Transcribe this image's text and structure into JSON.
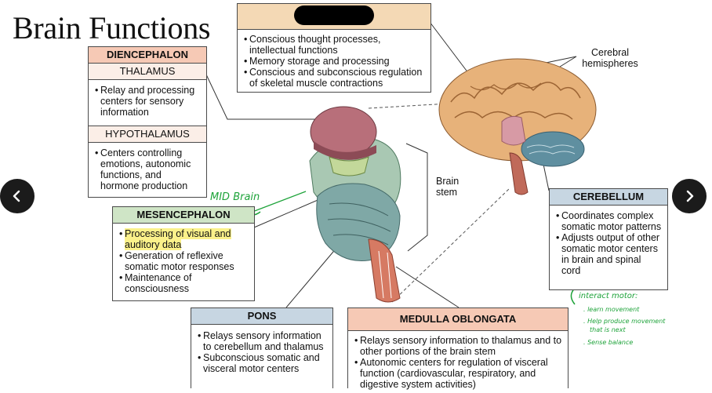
{
  "title": "Brain Functions",
  "cerebrum": {
    "items": [
      "Conscious thought processes, intellectual functions",
      "Memory storage and processing",
      "Conscious and subconscious regulation of skeletal muscle contractions"
    ]
  },
  "diencephalon": {
    "header": "DIENCEPHALON",
    "thalamus": {
      "title": "THALAMUS",
      "items": [
        "Relay and processing centers for sensory information"
      ]
    },
    "hypothalamus": {
      "title": "HYPOTHALAMUS",
      "items": [
        "Centers controlling emotions, autonomic functions, and hormone production"
      ]
    }
  },
  "mesencephalon": {
    "header": "MESENCEPHALON",
    "items": [
      "Processing of visual and auditory data",
      "Generation of reflexive somatic motor responses",
      "Maintenance of consciousness"
    ]
  },
  "pons": {
    "header": "PONS",
    "items": [
      "Relays sensory information to cerebellum and thalamus",
      "Subconscious somatic and visceral motor centers"
    ]
  },
  "medulla": {
    "header": "MEDULLA OBLONGATA",
    "items": [
      "Relays sensory information to thalamus and to other portions of the brain stem",
      "Autonomic centers for regulation of visceral function (cardiovascular, respiratory, and digestive system activities)"
    ]
  },
  "cerebellum": {
    "header": "CEREBELLUM",
    "items": [
      "Coordinates complex somatic motor patterns",
      "Adjusts output of other somatic motor centers in brain and spinal cord"
    ]
  },
  "labels": {
    "cerebral_hemispheres": "Cerebral hemispheres",
    "brain_stem": "Brain stem"
  },
  "handwritten": {
    "mid_brain": "MID Brain",
    "cerebellum_notes": [
      "interact motor:",
      ". learn movement",
      ". Help produce movement",
      "that is next",
      ". Sense balance"
    ]
  },
  "colors": {
    "header_pink": "#f6c9b5",
    "header_blue": "#c7d6e2",
    "header_green": "#cfe5c6",
    "header_tan": "#f4d9b5",
    "highlight": "#fbf18a",
    "handwriting": "#1ea33a",
    "nav_bg": "#1b1b1b"
  },
  "nav": {
    "prev_icon": "chevron-left-icon",
    "next_icon": "chevron-right-icon"
  }
}
